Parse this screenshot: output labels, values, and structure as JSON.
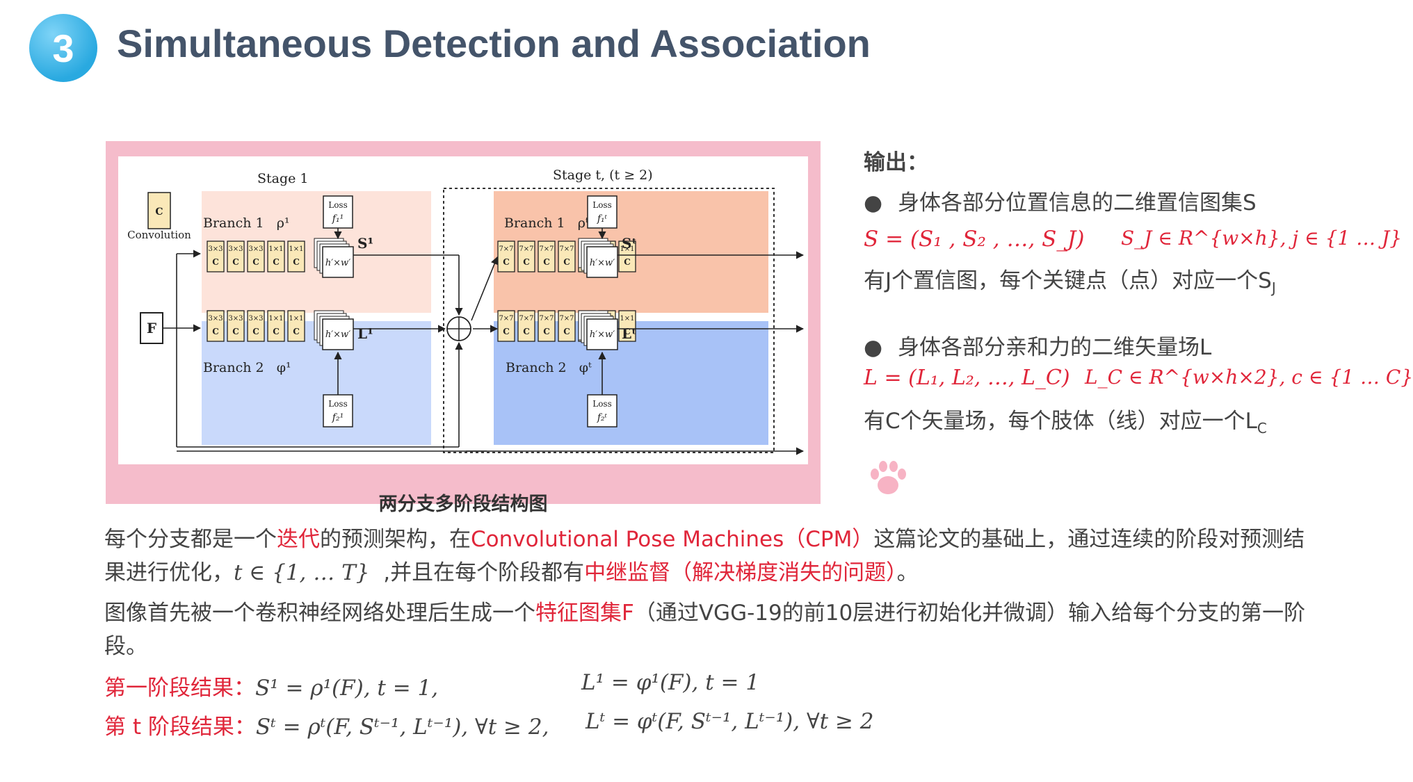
{
  "header": {
    "number": "3",
    "title": "Simultaneous Detection and Association"
  },
  "figure": {
    "caption": "两分支多阶段结构图",
    "stage1_label": "Stage 1",
    "staget_label": "Stage t, (t ≥ 2)",
    "conv_legend_symbol": "C",
    "conv_legend_label": "Convolution",
    "input_label": "F",
    "branch1_s1": "Branch 1   ρ¹",
    "branch2_s1": "Branch 2   φ¹",
    "branch1_st": "Branch 1   ρᵗ",
    "branch2_st": "Branch 2   φᵗ",
    "loss_label": "Loss",
    "f1_s1": "f₁¹",
    "f2_s1": "f₂¹",
    "f1_st": "f₁ᵗ",
    "f2_st": "f₂ᵗ",
    "out_dims": "h′×w′",
    "S1": "S¹",
    "L1": "L¹",
    "St": "Sᵗ",
    "Lt": "Lᵗ",
    "conv_symbol": "C",
    "k3": "3×3",
    "k1": "1×1",
    "k7": "7×7"
  },
  "right": {
    "output_heading": "输出：",
    "bullet1": "身体各部分位置信息的二维置信图集S",
    "formula_S_left": "S = (S₁ , S₂ ,  …, S_J)",
    "formula_S_right": "S_J ∈ R^{w×h}, j ∈ {1 … J}",
    "desc_S": "有J个置信图，每个关键点（点）对应一个S",
    "desc_S_sub": "J",
    "bullet2": "身体各部分亲和力的二维矢量场L",
    "formula_L_left": "L = (L₁, L₂, …, L_C)",
    "formula_L_right": "L_C ∈ R^{w×h×2}, c ∈ {1 … C}",
    "desc_L": "有C个矢量场，每个肢体（线）对应一个L",
    "desc_L_sub": "C",
    "paw_icon": "paw-icon"
  },
  "body": {
    "p1_a": "每个分支都是一个",
    "p1_b": "迭代",
    "p1_c": "的预测架构，在",
    "p1_d": "Convolutional Pose Machines（CPM）",
    "p1_e": "这篇论文的基础上，通过连续的阶段对预测结果进行优化，",
    "p1_f": "t ∈ {1, … T}",
    "p1_g": "  ,并且在每个阶段都有",
    "p1_h": "中继监督（解决梯度消失的问题）",
    "p1_i": "。",
    "p2_a": "图像首先被一个卷积神经网络处理后生成一个",
    "p2_b": "特征图集F",
    "p2_c": "（通过VGG-19的前10层进行初始化并微调）输入给每个分支的第一阶段。",
    "s1_label": "第一阶段结果：",
    "s1_f1": "S¹ = ρ¹(F), t = 1,",
    "s1_f2": "L¹ = φ¹(F), t = 1",
    "st_label": "第 t 阶段结果：",
    "st_f1": "Sᵗ = ρᵗ(F, Sᵗ⁻¹, Lᵗ⁻¹), ∀t ≥ 2,",
    "st_f2": "Lᵗ = φᵗ(F, Sᵗ⁻¹, Lᵗ⁻¹), ∀t ≥ 2"
  },
  "colors": {
    "accent_red": "#e0263a",
    "title": "#44546a",
    "frame": "#f5bccb",
    "branch1_bg": "#fde3da",
    "branch2_bg": "#c9d9fb"
  }
}
